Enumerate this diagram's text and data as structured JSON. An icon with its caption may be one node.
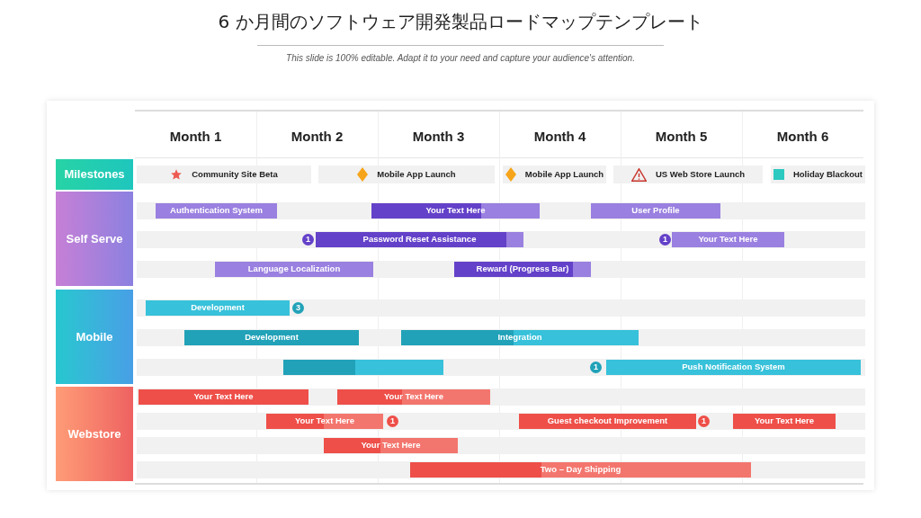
{
  "diagram": {
    "title": "6 か月間のソフトウェア開発製品ロードマップテンプレート",
    "caption": "This slide is 100% editable. Adapt it to your need and capture your audience's attention.",
    "nodes": [
      {
        "text": [
          "Milestones"
        ]
      },
      {
        "text": [
          "Community Site Beta"
        ]
      },
      {
        "text": [
          "Mobile App Launch"
        ]
      },
      {
        "text": [
          "Mobile App Launch"
        ]
      },
      {
        "text": [
          "US Web Store Launch"
        ]
      },
      {
        "text": [
          "Holiday Blackout"
        ]
      },
      {
        "text": [
          "Self Serve"
        ]
      },
      {
        "text": [
          "Authentication System"
        ]
      },
      {
        "text": [
          "Your Text Here"
        ]
      },
      {
        "text": [
          "User Profile"
        ]
      },
      {
        "text": [
          "1"
        ]
      },
      {
        "text": [
          "Password Reset Assistance"
        ]
      },
      {
        "text": [
          "1"
        ]
      },
      {
        "text": [
          "Your Text Here"
        ]
      },
      {
        "text": [
          "Language Localization"
        ]
      },
      {
        "text": [
          "Reward (Progress Bar)"
        ]
      },
      {
        "text": [
          "Mobile"
        ]
      },
      {
        "text": [
          "Development"
        ]
      },
      {
        "text": [
          "3"
        ]
      },
      {
        "text": [
          "Development"
        ]
      },
      {
        "text": [
          "Integration"
        ]
      },
      {
        "text": [],
        "shape": "bar"
      },
      {
        "text": [
          "1"
        ]
      },
      {
        "text": [
          "Push Notification System"
        ]
      },
      {
        "text": [
          "Webstore"
        ]
      },
      {
        "text": [
          "Your Text Here"
        ]
      },
      {
        "text": [
          "Your Text Here"
        ]
      },
      {
        "text": [
          "Your Text Here"
        ]
      },
      {
        "text": [
          "1"
        ]
      },
      {
        "text": [
          "Guest checkout Improvement"
        ]
      },
      {
        "text": [
          "1"
        ]
      },
      {
        "text": [
          "Your Text Here"
        ]
      },
      {
        "text": [
          "Your Text Here"
        ]
      },
      {
        "text": [
          "Two – Day Shipping"
        ]
      }
    ],
    "labels": [
      "Month 1",
      "Month 2",
      "Month 3",
      "Month 4",
      "Month 5",
      "Month 6"
    ]
  }
}
